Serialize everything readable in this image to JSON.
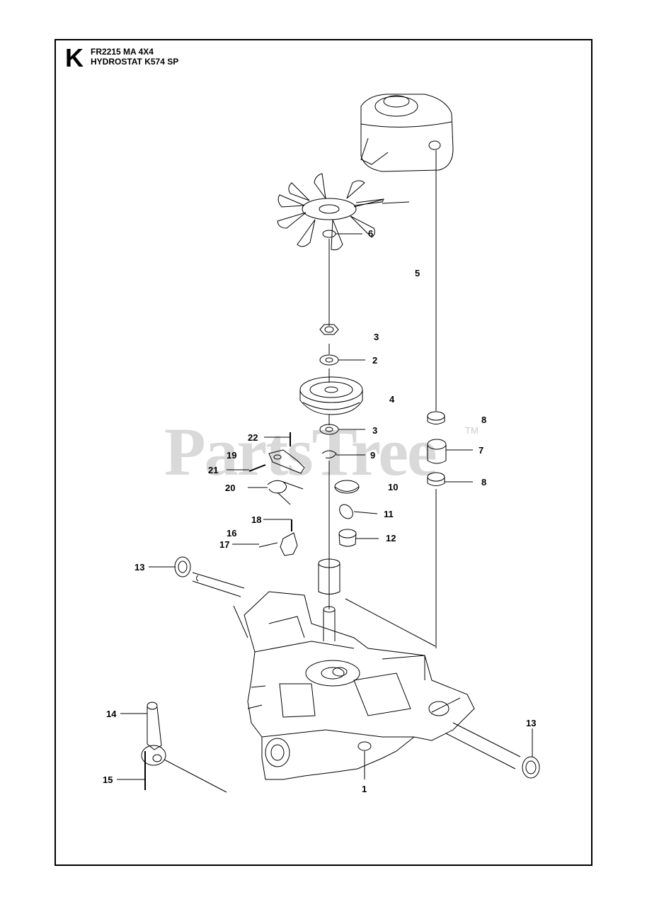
{
  "header": {
    "section_letter": "K",
    "line1": "FR2215 MA 4X4",
    "line2": "HYDROSTAT K574 SP"
  },
  "watermark": {
    "text": "PartsTree",
    "trademark": "TM"
  },
  "callouts": [
    {
      "id": "c6",
      "text": "6"
    },
    {
      "id": "c5",
      "text": "5"
    },
    {
      "id": "c3a",
      "text": "3"
    },
    {
      "id": "c2",
      "text": "2"
    },
    {
      "id": "c4",
      "text": "4"
    },
    {
      "id": "c3b",
      "text": "3"
    },
    {
      "id": "c8a",
      "text": "8"
    },
    {
      "id": "c7",
      "text": "7"
    },
    {
      "id": "c8b",
      "text": "8"
    },
    {
      "id": "c9",
      "text": "9"
    },
    {
      "id": "c10",
      "text": "10"
    },
    {
      "id": "c11",
      "text": "11"
    },
    {
      "id": "c12",
      "text": "12"
    },
    {
      "id": "c22",
      "text": "22"
    },
    {
      "id": "c19",
      "text": "19"
    },
    {
      "id": "c21",
      "text": "21"
    },
    {
      "id": "c20",
      "text": "20"
    },
    {
      "id": "c18",
      "text": "18"
    },
    {
      "id": "c16",
      "text": "16"
    },
    {
      "id": "c17",
      "text": "17"
    },
    {
      "id": "c13a",
      "text": "13"
    },
    {
      "id": "c13b",
      "text": "13"
    },
    {
      "id": "c14",
      "text": "14"
    },
    {
      "id": "c15",
      "text": "15"
    },
    {
      "id": "c1",
      "text": "1"
    }
  ],
  "colors": {
    "line": "#000000",
    "watermark": "#d9d9d9"
  }
}
